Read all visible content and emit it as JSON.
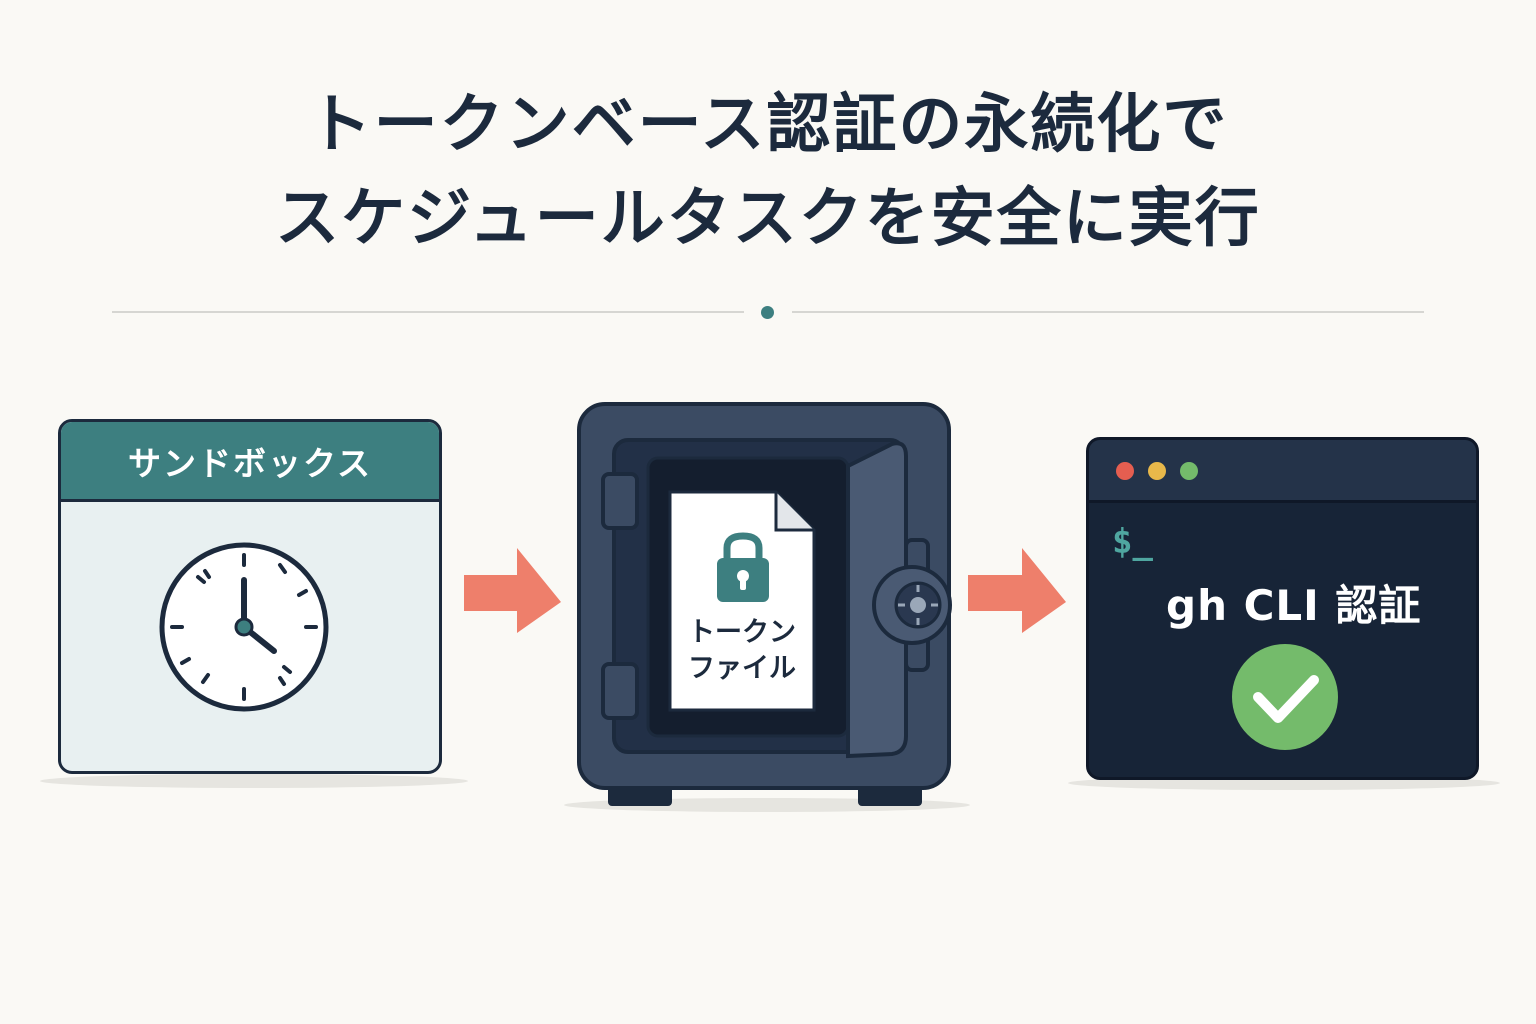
{
  "title": {
    "line1": "トークンベース認証の永続化で",
    "line2": "スケジュールタスクを安全に実行"
  },
  "sandbox": {
    "label": "サンドボックス",
    "icon": "clock-icon"
  },
  "safe": {
    "doc_label_line1": "トークン",
    "doc_label_line2": "ファイル",
    "icon": "padlock-icon"
  },
  "terminal": {
    "prompt": "$_",
    "label": "gh CLI 認証",
    "icon": "checkmark-icon"
  },
  "colors": {
    "navy": "#1c2a3d",
    "teal": "#3d7f80",
    "arrow": "#ee7f6b",
    "success": "#74bb6b",
    "dot_red": "#e55e50",
    "dot_yellow": "#e8b84a",
    "dot_green": "#74bb6b"
  }
}
